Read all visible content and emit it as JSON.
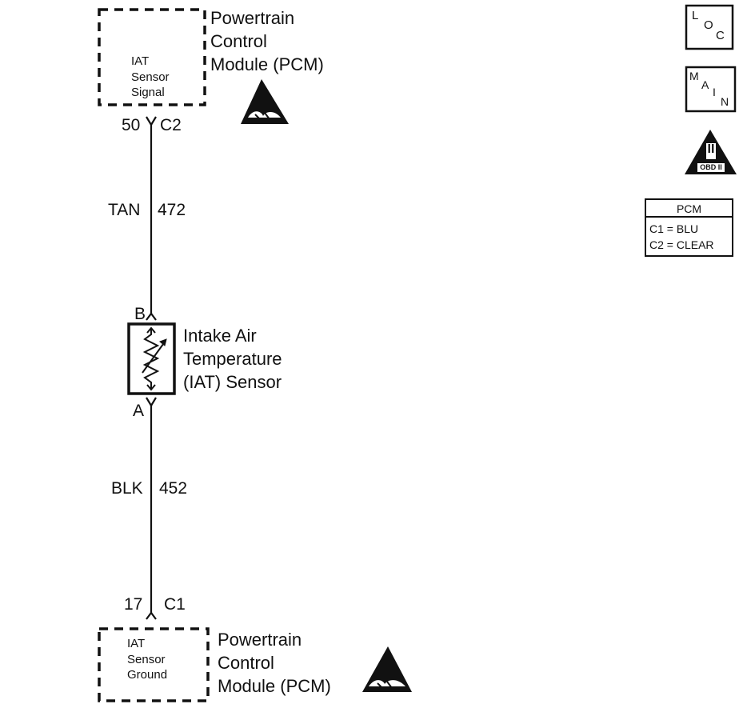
{
  "pcm_top": {
    "inner_lines": [
      "IAT",
      "Sensor",
      "Signal"
    ],
    "module_lines": [
      "Powertrain",
      "Control",
      "Module (PCM)"
    ],
    "pin": "50",
    "connector": "C2"
  },
  "wire_top": {
    "color": "TAN",
    "circuit": "472"
  },
  "sensor": {
    "terminal_top": "B",
    "terminal_bottom": "A",
    "name_lines": [
      "Intake Air",
      "Temperature",
      "(IAT) Sensor"
    ]
  },
  "wire_bottom": {
    "color": "BLK",
    "circuit": "452"
  },
  "pcm_bottom": {
    "pin": "17",
    "connector": "C1",
    "inner_lines": [
      "IAT",
      "Sensor",
      "Ground"
    ],
    "module_lines": [
      "Powertrain",
      "Control",
      "Module (PCM)"
    ]
  },
  "sidebar": {
    "loc": [
      "L",
      "O",
      "C"
    ],
    "main": [
      "M",
      "A",
      "I",
      "N"
    ],
    "obd": {
      "numeral": "II",
      "label": "OBD II"
    },
    "pcm_table": {
      "header": "PCM",
      "rows": [
        "C1 = BLU",
        "C2 = CLEAR"
      ]
    }
  }
}
